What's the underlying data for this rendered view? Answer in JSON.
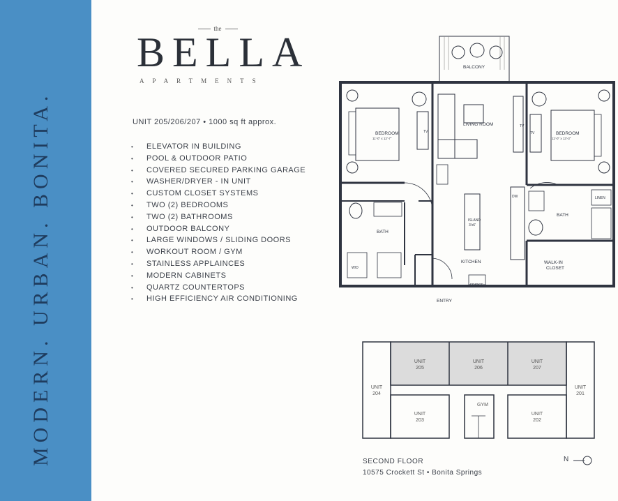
{
  "sidebar": {
    "tagline": "MODERN. URBAN. BONITA."
  },
  "logo": {
    "the": "the",
    "name": "BELLA",
    "subtitle": "APARTMENTS"
  },
  "unit_info": "UNIT 205/206/207 • 1000 sq ft approx.",
  "features": [
    "ELEVATOR IN BUILDING",
    "POOL & OUTDOOR PATIO",
    "COVERED SECURED PARKING GARAGE",
    "WASHER/DRYER - IN UNIT",
    "CUSTOM CLOSET SYSTEMS",
    "TWO (2) BEDROOMS",
    "TWO (2) BATHROOMS",
    "OUTDOOR BALCONY",
    "LARGE WINDOWS / SLIDING DOORS",
    "WORKOUT ROOM / GYM",
    "STAINLESS APPLAINCES",
    "MODERN CABINETS",
    "QUARTZ COUNTERTOPS",
    "HIGH EFFICIENCY AIR CONDITIONING"
  ],
  "floor_plan": {
    "balcony": "BALCONY",
    "bedroom1": "BEDROOM",
    "bedroom1_size": "11'-0\" x 12'-7\"",
    "living": "LIVING ROOM",
    "bedroom2": "BEDROOM",
    "bedroom2_size": "11'-0\" x 13'-3\"",
    "tv": "TV",
    "bath1": "BATH",
    "bath2": "BATH",
    "island": "ISLAND",
    "island_size": "3'x6'",
    "kitchen": "KITCHEN",
    "dw": "DW",
    "linen": "LINEN",
    "walkin": "WALK-IN",
    "closet": "CLOSET",
    "wd": "W/D",
    "fridge": "FRIDGE",
    "entry": "ENTRY"
  },
  "site_plan": {
    "units": [
      {
        "label": "UNIT",
        "num": "205"
      },
      {
        "label": "UNIT",
        "num": "206"
      },
      {
        "label": "UNIT",
        "num": "207"
      },
      {
        "label": "UNIT",
        "num": "204"
      },
      {
        "label": "UNIT",
        "num": "201"
      },
      {
        "label": "UNIT",
        "num": "203"
      },
      {
        "label": "UNIT",
        "num": "202"
      }
    ],
    "gym": "GYM",
    "floor": "SECOND FLOOR",
    "address": "10575 Crockett St • Bonita Springs",
    "north": "N"
  }
}
